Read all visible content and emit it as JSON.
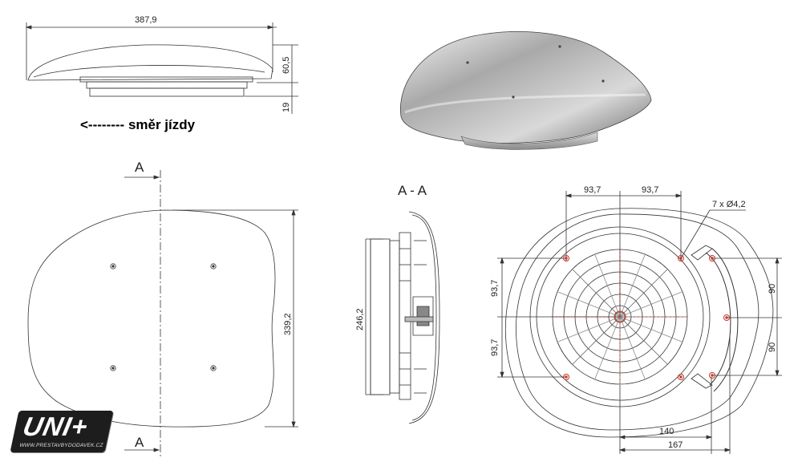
{
  "top_view": {
    "width_label": "387,9",
    "height_label": "60,5",
    "base_label": "19"
  },
  "direction_text": "<-------- směr jízdy",
  "plan_view": {
    "section_mark_top": "A",
    "section_mark_bottom": "A",
    "depth_label": "339,2"
  },
  "section_view": {
    "title": "A - A",
    "height_label": "246,2"
  },
  "bottom_view": {
    "left_spacing_label": "93,7",
    "right_spacing_label": "93,7",
    "holes_label": "7 x Ø4,2",
    "upper_vertical_label": "93,7",
    "lower_vertical_label": "93,7",
    "right_upper_label": "90",
    "right_lower_label": "90",
    "inner_width_label": "140",
    "outer_width_label": "167"
  },
  "logo": {
    "text": "UNI+",
    "url": "WWW.PRESTAVBYDODAVEK.CZ"
  },
  "colors": {
    "line": "#333333",
    "hole": "#c0392b",
    "logo_bg": "#1d1d1d"
  }
}
